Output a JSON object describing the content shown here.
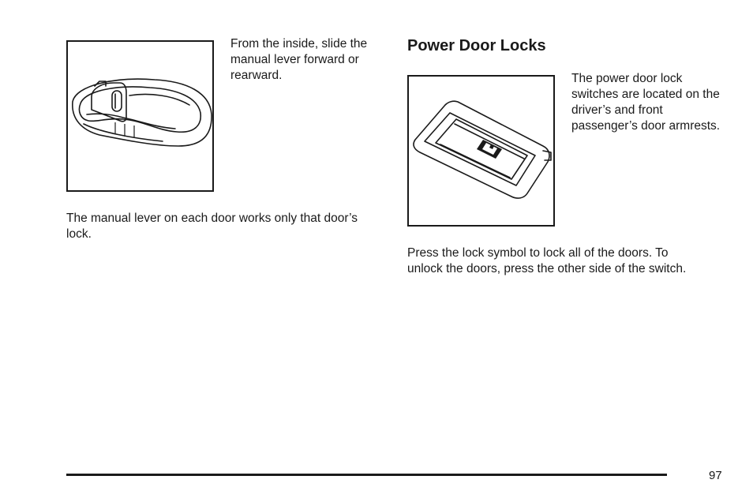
{
  "left_column": {
    "figure1_caption": "From the inside, slide the manual lever forward or rearward.",
    "paragraph": "The manual lever on each door works only that door’s lock."
  },
  "right_column": {
    "heading": "Power Door Locks",
    "figure2_caption": "The power door lock switches are located on the driver’s and front passenger’s door armrests.",
    "paragraph": "Press the lock symbol to lock all of the doors. To unlock the doors, press the other side of the switch."
  },
  "footer": {
    "page_number": "97"
  }
}
